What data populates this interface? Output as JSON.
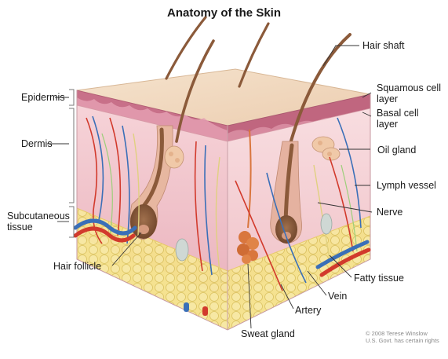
{
  "title": "Anatomy of the Skin",
  "labels": {
    "left": {
      "epidermis": "Epidermis",
      "dermis": "Dermis",
      "subcutaneous_line1": "Subcutaneous",
      "subcutaneous_line2": "tissue",
      "hair_follicle": "Hair follicle"
    },
    "right": {
      "hair_shaft": "Hair shaft",
      "squamous_line1": "Squamous cell",
      "squamous_line2": "layer",
      "basal_line1": "Basal cell",
      "basal_line2": "layer",
      "oil_gland": "Oil gland",
      "lymph_vessel": "Lymph vessel",
      "nerve": "Nerve",
      "fatty_tissue": "Fatty tissue",
      "vein": "Vein",
      "artery": "Artery",
      "sweat_gland": "Sweat gland"
    }
  },
  "copyright": {
    "line1": "© 2008 Terese Winslow",
    "line2": "U.S. Govt. has certain rights"
  },
  "colors": {
    "skin_surface": "#f2dcc4",
    "epidermis_band": "#c9708a",
    "dermis": "#f3c9cf",
    "dermis_side": "#f6d5d8",
    "fat": "#f2df86",
    "artery": "#d23a2c",
    "vein": "#3a6fb8",
    "hair": "#8b5a3a",
    "leader_line": "#333333"
  }
}
